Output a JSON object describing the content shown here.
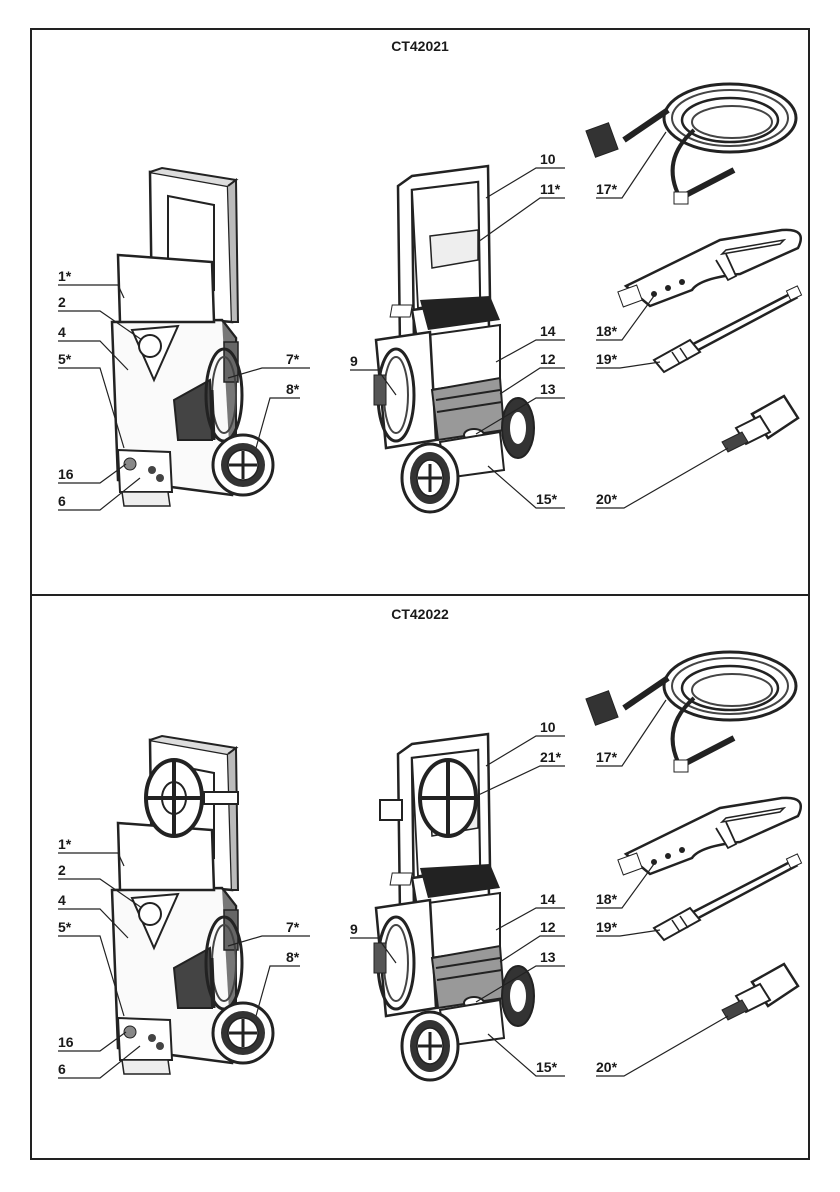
{
  "panels": [
    {
      "model": "CT42021",
      "labels": {
        "l1": "1*",
        "l2": "2",
        "l4": "4",
        "l5": "5*",
        "l16": "16",
        "l6": "6",
        "l7": "7*",
        "l8": "8*",
        "l9": "9",
        "l10": "10",
        "l11": "11*",
        "l14": "14",
        "l12": "12",
        "l13": "13",
        "l15": "15*",
        "l17": "17*",
        "l18": "18*",
        "l19": "19*",
        "l20": "20*"
      }
    },
    {
      "model": "CT42022",
      "labels": {
        "l1": "1*",
        "l2": "2",
        "l4": "4",
        "l5": "5*",
        "l16": "16",
        "l6": "6",
        "l7": "7*",
        "l8": "8*",
        "l9": "9",
        "l10": "10",
        "l21": "21*",
        "l14": "14",
        "l12": "12",
        "l13": "13",
        "l15": "15*",
        "l17": "17*",
        "l18": "18*",
        "l19": "19*",
        "l20": "20*"
      }
    }
  ]
}
